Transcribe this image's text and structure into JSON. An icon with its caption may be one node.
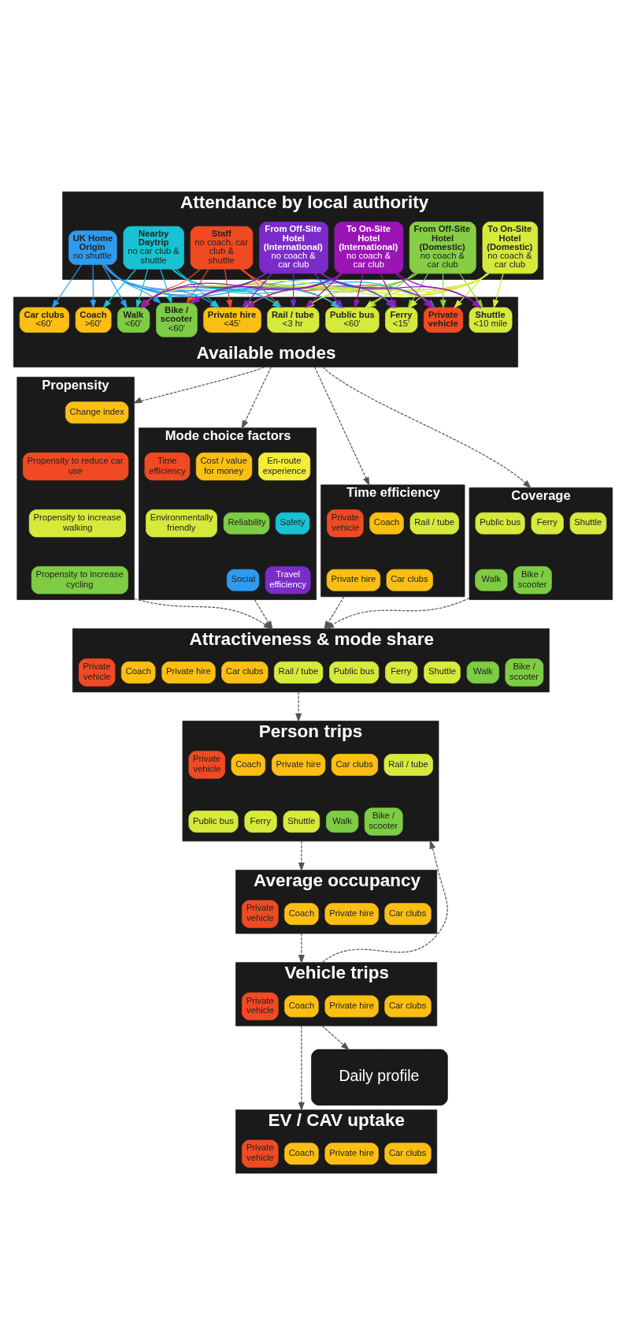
{
  "diagram": {
    "nodes": [
      {
        "text": [
          "Attendance by local authority"
        ]
      },
      {
        "text": [
          "Staff",
          "no coach, car club & shuttle"
        ],
        "in": 0
      },
      {
        "text": [
          "UK Home Origin",
          "no shuttle"
        ],
        "in": 0
      },
      {
        "text": [
          "Nearby Daytrip",
          "no car club & shuttle"
        ],
        "in": 0
      },
      {
        "text": [
          "From Off-Site Hotel (Domestic)",
          "no coach & car club"
        ],
        "in": 0
      },
      {
        "text": [
          "To On-Site Hotel (Domestic)",
          "no coach & car club"
        ],
        "in": 0
      },
      {
        "text": [
          "From Off-Site Hotel (International)",
          "no coach & car club"
        ],
        "in": 0
      },
      {
        "text": [
          "To On-Site Hotel (International)",
          "no coach & car club"
        ],
        "in": 0
      },
      {
        "text": [
          "Available modes"
        ]
      },
      {
        "text": [
          "Private vehicle"
        ],
        "in": 8
      },
      {
        "text": [
          "Coach",
          ">60'"
        ],
        "in": 8
      },
      {
        "text": [
          "Private hire",
          "<45'"
        ],
        "in": 8
      },
      {
        "text": [
          "Car clubs",
          "<60'"
        ],
        "in": 8
      },
      {
        "text": [
          "Rail / tube",
          "<3 hr"
        ],
        "in": 8
      },
      {
        "text": [
          "Public bus",
          "<60'"
        ],
        "in": 8
      },
      {
        "text": [
          "Ferry",
          "<15'"
        ],
        "in": 8
      },
      {
        "text": [
          "Shuttle",
          "<10 mile"
        ],
        "in": 8
      },
      {
        "text": [
          "Walk",
          "<60'"
        ],
        "in": 8
      },
      {
        "text": [
          "Bike / scooter",
          "<60'"
        ],
        "in": 8
      },
      {
        "text": [
          "Mode choice factors"
        ]
      },
      {
        "text": [
          "Time efficiency"
        ],
        "in": 19
      },
      {
        "text": [
          "Cost / value for money"
        ],
        "in": 19
      },
      {
        "text": [
          "En-route experience"
        ],
        "in": 19
      },
      {
        "text": [
          "Environmentally friendly"
        ],
        "in": 19
      },
      {
        "text": [
          "Reliability"
        ],
        "in": 19
      },
      {
        "text": [
          "Safety"
        ],
        "in": 19
      },
      {
        "text": [
          "Social"
        ],
        "in": 19
      },
      {
        "text": [
          "Travel efficiency"
        ],
        "in": 19
      },
      {
        "text": [
          "Time efficiency"
        ]
      },
      {
        "text": [
          "Private vehicle"
        ],
        "in": 28
      },
      {
        "text": [
          "Coach"
        ],
        "in": 28
      },
      {
        "text": [
          "Rail / tube"
        ],
        "in": 28
      },
      {
        "text": [
          "Private hire"
        ],
        "in": 28
      },
      {
        "text": [
          "Car clubs"
        ],
        "in": 28
      },
      {
        "text": [
          "Coverage"
        ]
      },
      {
        "text": [
          "Public bus"
        ],
        "in": 34
      },
      {
        "text": [
          "Ferry"
        ],
        "in": 34
      },
      {
        "text": [
          "Shuttle"
        ],
        "in": 34
      },
      {
        "text": [
          "Walk"
        ],
        "in": 34
      },
      {
        "text": [
          "Bike / scooter"
        ],
        "in": 34
      },
      {
        "text": [
          "Propensity"
        ]
      },
      {
        "text": [
          "Change index"
        ],
        "in": 40
      },
      {
        "text": [
          "Propensity to reduce car use"
        ],
        "in": 40
      },
      {
        "text": [
          "Propensity to increase walking"
        ],
        "in": 40
      },
      {
        "text": [
          "Propensity to increase cycling"
        ],
        "in": 40
      },
      {
        "text": [
          "Attractiveness & mode share"
        ]
      },
      {
        "text": [
          "Private vehicle"
        ],
        "in": 45
      },
      {
        "text": [
          "Coach"
        ],
        "in": 45
      },
      {
        "text": [
          "Private hire"
        ],
        "in": 45
      },
      {
        "text": [
          "Car clubs"
        ],
        "in": 45
      },
      {
        "text": [
          "Rail / tube"
        ],
        "in": 45
      },
      {
        "text": [
          "Public bus"
        ],
        "in": 45
      },
      {
        "text": [
          "Ferry"
        ],
        "in": 45
      },
      {
        "text": [
          "Shuttle"
        ],
        "in": 45
      },
      {
        "text": [
          "Walk"
        ],
        "in": 45
      },
      {
        "text": [
          "Bike / scooter"
        ],
        "in": 45
      },
      {
        "text": [
          "Person trips"
        ]
      },
      {
        "text": [
          "Private vehicle"
        ],
        "in": 56
      },
      {
        "text": [
          "Coach"
        ],
        "in": 56
      },
      {
        "text": [
          "Private hire"
        ],
        "in": 56
      },
      {
        "text": [
          "Car clubs"
        ],
        "in": 56
      },
      {
        "text": [
          "Rail / tube"
        ],
        "in": 56
      },
      {
        "text": [
          "Public bus"
        ],
        "in": 56
      },
      {
        "text": [
          "Ferry"
        ],
        "in": 56
      },
      {
        "text": [
          "Shuttle"
        ],
        "in": 56
      },
      {
        "text": [
          "Walk"
        ],
        "in": 56
      },
      {
        "text": [
          "Bike / scooter"
        ],
        "in": 56
      },
      {
        "text": [
          "Average occupancy"
        ]
      },
      {
        "text": [
          "Private vehicle"
        ],
        "in": 67
      },
      {
        "text": [
          "Coach"
        ],
        "in": 67
      },
      {
        "text": [
          "Private hire"
        ],
        "in": 67
      },
      {
        "text": [
          "Car clubs"
        ],
        "in": 67
      },
      {
        "text": [
          "Vehicle trips"
        ]
      },
      {
        "text": [
          "Private vehicle"
        ],
        "in": 72
      },
      {
        "text": [
          "Coach"
        ],
        "in": 72
      },
      {
        "text": [
          "Private hire"
        ],
        "in": 72
      },
      {
        "text": [
          "Car clubs"
        ],
        "in": 72
      },
      {
        "text": [
          "EV / CAV uptake"
        ]
      },
      {
        "text": [
          "Private vehicle"
        ],
        "in": 77
      },
      {
        "text": [
          "Coach"
        ],
        "in": 77
      },
      {
        "text": [
          "Private hire"
        ],
        "in": 77
      },
      {
        "text": [
          "Car clubs"
        ],
        "in": 77
      },
      {
        "text": [
          "Daily profile"
        ]
      }
    ],
    "edges": [
      {
        "from": 1,
        "to": 9,
        "arrow": "to",
        "color": "#f04a23"
      },
      {
        "from": 1,
        "to": 11,
        "arrow": "to",
        "color": "#f04a23"
      },
      {
        "from": 1,
        "to": 13,
        "arrow": "to",
        "color": "#f04a23"
      },
      {
        "from": 1,
        "to": 14,
        "arrow": "to",
        "color": "#f04a23"
      },
      {
        "from": 1,
        "to": 15,
        "arrow": "to",
        "color": "#f04a23"
      },
      {
        "from": 1,
        "to": 17,
        "arrow": "to",
        "color": "#f04a23"
      },
      {
        "from": 1,
        "to": 18,
        "arrow": "to",
        "color": "#f04a23"
      },
      {
        "from": 2,
        "to": 9,
        "arrow": "to",
        "color": "#2e9bf0"
      },
      {
        "from": 2,
        "to": 10,
        "arrow": "to",
        "color": "#2e9bf0"
      },
      {
        "from": 2,
        "to": 11,
        "arrow": "to",
        "color": "#2e9bf0"
      },
      {
        "from": 2,
        "to": 12,
        "arrow": "to",
        "color": "#2e9bf0"
      },
      {
        "from": 2,
        "to": 13,
        "arrow": "to",
        "color": "#2e9bf0"
      },
      {
        "from": 2,
        "to": 14,
        "arrow": "to",
        "color": "#2e9bf0"
      },
      {
        "from": 2,
        "to": 15,
        "arrow": "to",
        "color": "#2e9bf0"
      },
      {
        "from": 2,
        "to": 17,
        "arrow": "to",
        "color": "#2e9bf0"
      },
      {
        "from": 2,
        "to": 18,
        "arrow": "to",
        "color": "#2e9bf0"
      },
      {
        "from": 3,
        "to": 9,
        "arrow": "to",
        "color": "#18c2d2"
      },
      {
        "from": 3,
        "to": 10,
        "arrow": "to",
        "color": "#18c2d2"
      },
      {
        "from": 3,
        "to": 11,
        "arrow": "to",
        "color": "#18c2d2"
      },
      {
        "from": 3,
        "to": 13,
        "arrow": "to",
        "color": "#18c2d2"
      },
      {
        "from": 3,
        "to": 14,
        "arrow": "to",
        "color": "#18c2d2"
      },
      {
        "from": 3,
        "to": 15,
        "arrow": "to",
        "color": "#18c2d2"
      },
      {
        "from": 3,
        "to": 17,
        "arrow": "to",
        "color": "#18c2d2"
      },
      {
        "from": 3,
        "to": 18,
        "arrow": "to",
        "color": "#18c2d2"
      },
      {
        "from": 4,
        "to": 9,
        "arrow": "to",
        "color": "#86cf45"
      },
      {
        "from": 4,
        "to": 11,
        "arrow": "to",
        "color": "#86cf45"
      },
      {
        "from": 4,
        "to": 13,
        "arrow": "to",
        "color": "#86cf45"
      },
      {
        "from": 4,
        "to": 14,
        "arrow": "to",
        "color": "#86cf45"
      },
      {
        "from": 4,
        "to": 15,
        "arrow": "to",
        "color": "#86cf45"
      },
      {
        "from": 4,
        "to": 16,
        "arrow": "to",
        "color": "#86cf45"
      },
      {
        "from": 4,
        "to": 17,
        "arrow": "to",
        "color": "#86cf45"
      },
      {
        "from": 4,
        "to": 18,
        "arrow": "to",
        "color": "#86cf45"
      },
      {
        "from": 5,
        "to": 9,
        "arrow": "to",
        "color": "#d6ea3c"
      },
      {
        "from": 5,
        "to": 11,
        "arrow": "to",
        "color": "#d6ea3c"
      },
      {
        "from": 5,
        "to": 13,
        "arrow": "to",
        "color": "#d6ea3c"
      },
      {
        "from": 5,
        "to": 14,
        "arrow": "to",
        "color": "#d6ea3c"
      },
      {
        "from": 5,
        "to": 15,
        "arrow": "to",
        "color": "#d6ea3c"
      },
      {
        "from": 5,
        "to": 16,
        "arrow": "to",
        "color": "#d6ea3c"
      },
      {
        "from": 5,
        "to": 17,
        "arrow": "to",
        "color": "#d6ea3c"
      },
      {
        "from": 5,
        "to": 18,
        "arrow": "to",
        "color": "#d6ea3c"
      },
      {
        "from": 6,
        "to": 9,
        "arrow": "to",
        "color": "#7a2bc8"
      },
      {
        "from": 6,
        "to": 11,
        "arrow": "to",
        "color": "#7a2bc8"
      },
      {
        "from": 6,
        "to": 13,
        "arrow": "to",
        "color": "#7a2bc8"
      },
      {
        "from": 6,
        "to": 14,
        "arrow": "to",
        "color": "#7a2bc8"
      },
      {
        "from": 6,
        "to": 15,
        "arrow": "to",
        "color": "#7a2bc8"
      },
      {
        "from": 6,
        "to": 16,
        "arrow": "to",
        "color": "#7a2bc8"
      },
      {
        "from": 6,
        "to": 17,
        "arrow": "to",
        "color": "#7a2bc8"
      },
      {
        "from": 6,
        "to": 18,
        "arrow": "to",
        "color": "#7a2bc8"
      },
      {
        "from": 7,
        "to": 9,
        "arrow": "to",
        "color": "#9b14b6"
      },
      {
        "from": 7,
        "to": 11,
        "arrow": "to",
        "color": "#9b14b6"
      },
      {
        "from": 7,
        "to": 13,
        "arrow": "to",
        "color": "#9b14b6"
      },
      {
        "from": 7,
        "to": 14,
        "arrow": "to",
        "color": "#9b14b6"
      },
      {
        "from": 7,
        "to": 15,
        "arrow": "to",
        "color": "#9b14b6"
      },
      {
        "from": 7,
        "to": 16,
        "arrow": "to",
        "color": "#9b14b6"
      },
      {
        "from": 7,
        "to": 17,
        "arrow": "to",
        "color": "#9b14b6"
      },
      {
        "from": 7,
        "to": 18,
        "arrow": "to",
        "color": "#9b14b6"
      },
      {
        "from": 8,
        "to": 19,
        "arrow": "to",
        "style": "dashed"
      },
      {
        "from": 8,
        "to": 28,
        "arrow": "to",
        "style": "dashed"
      },
      {
        "from": 8,
        "to": 34,
        "arrow": "to",
        "style": "dashed"
      },
      {
        "from": 8,
        "to": 40,
        "arrow": "to",
        "style": "dashed"
      },
      {
        "from": 19,
        "to": 45,
        "arrow": "to",
        "style": "dashed"
      },
      {
        "from": 28,
        "to": 45,
        "arrow": "to",
        "style": "dashed"
      },
      {
        "from": 34,
        "to": 45,
        "arrow": "to",
        "style": "dashed"
      },
      {
        "from": 40,
        "to": 45,
        "arrow": "to",
        "style": "dashed"
      },
      {
        "from": 45,
        "to": 56,
        "arrow": "to",
        "style": "dashed"
      },
      {
        "from": 56,
        "to": 67,
        "arrow": "to",
        "style": "dashed"
      },
      {
        "from": 67,
        "to": 72,
        "arrow": "to",
        "style": "dashed"
      },
      {
        "from": 72,
        "to": 77,
        "arrow": "to",
        "style": "dashed"
      },
      {
        "from": 72,
        "to": 56,
        "arrow": "to",
        "style": "dashed"
      },
      {
        "from": 72,
        "to": 82,
        "arrow": "to",
        "style": "dashed"
      }
    ]
  }
}
